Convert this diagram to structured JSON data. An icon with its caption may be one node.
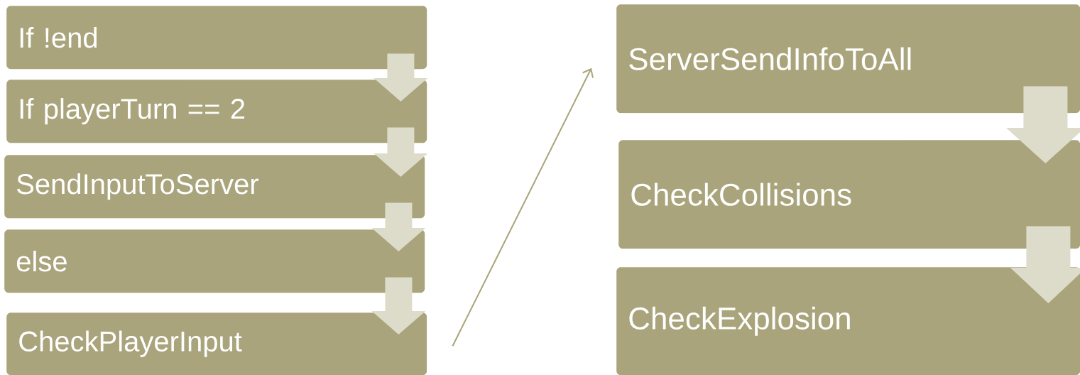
{
  "diagram": {
    "nodes": [
      {
        "text": [
          "If !end"
        ]
      },
      {
        "text": [
          "If playerTurn == 2"
        ]
      },
      {
        "text": [
          "SendInputToServer"
        ]
      },
      {
        "text": [
          "else"
        ]
      },
      {
        "text": [
          "CheckPlayerInput"
        ]
      },
      {
        "text": [
          "ServerSendInfoToAll"
        ]
      },
      {
        "text": [
          "CheckCollisions"
        ]
      },
      {
        "text": [
          "CheckExplosion"
        ]
      }
    ],
    "edges": [
      {
        "from": 0,
        "to": 1,
        "arrow": "to"
      },
      {
        "from": 1,
        "to": 2,
        "arrow": "to"
      },
      {
        "from": 2,
        "to": 3,
        "arrow": "to"
      },
      {
        "from": 3,
        "to": 4,
        "arrow": "to"
      },
      {
        "from": 4,
        "to": 5,
        "arrow": "to",
        "color": "#a9a47b"
      },
      {
        "from": 5,
        "to": 6,
        "arrow": "to"
      },
      {
        "from": 6,
        "to": 7,
        "arrow": "to"
      }
    ]
  }
}
